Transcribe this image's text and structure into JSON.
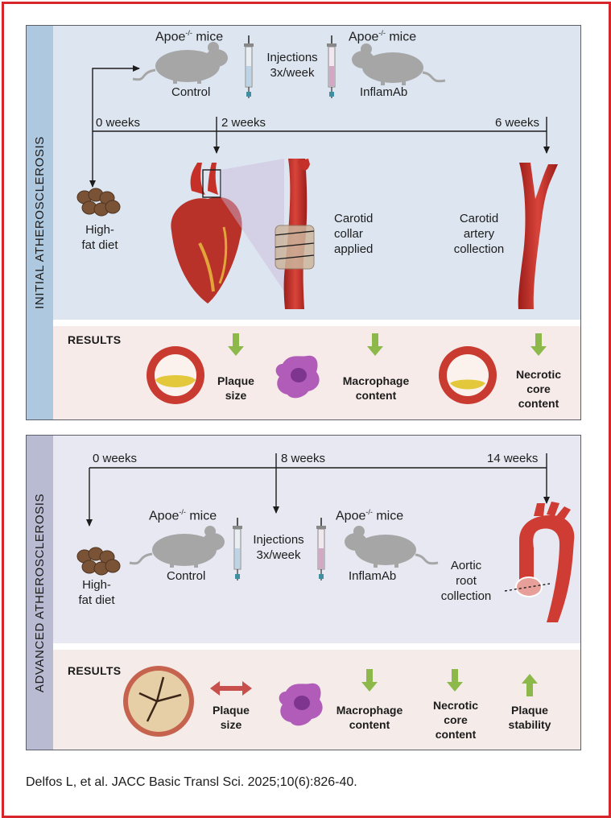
{
  "initial": {
    "section_label": "INITIAL ATHEROSCLEROSIS",
    "mouse_name": "Apoe",
    "mouse_superscript": "-/-",
    "mouse_suffix": " mice",
    "control_label": "Control",
    "treatment_label": "InflamAb",
    "injections_line1": "Injections",
    "injections_line2": "3x/week",
    "week_0": "0 weeks",
    "week_2": "2 weeks",
    "week_6": "6 weeks",
    "diet_line1": "High-",
    "diet_line2": "fat diet",
    "collar_line1": "Carotid",
    "collar_line2": "collar",
    "collar_line3": "applied",
    "collection_line1": "Carotid",
    "collection_line2": "artery",
    "collection_line3": "collection",
    "results_title": "RESULTS",
    "results": [
      {
        "line1": "Plaque",
        "line2": "size",
        "line3": "",
        "direction": "down"
      },
      {
        "line1": "Macrophage",
        "line2": "content",
        "line3": "",
        "direction": "down"
      },
      {
        "line1": "Necrotic",
        "line2": "core",
        "line3": "content",
        "direction": "down"
      }
    ]
  },
  "advanced": {
    "section_label": "ADVANCED ATHEROSCLEROSIS",
    "mouse_name": "Apoe",
    "mouse_superscript": "-/-",
    "mouse_suffix": " mice",
    "control_label": "Control",
    "treatment_label": "InflamAb",
    "injections_line1": "Injections",
    "injections_line2": "3x/week",
    "week_0": "0 weeks",
    "week_8": "8 weeks",
    "week_14": "14 weeks",
    "diet_line1": "High-",
    "diet_line2": "fat diet",
    "collection_line1": "Aortic",
    "collection_line2": "root",
    "collection_line3": "collection",
    "results_title": "RESULTS",
    "results": [
      {
        "line1": "Plaque",
        "line2": "size",
        "line3": "",
        "direction": "unchanged"
      },
      {
        "line1": "Macrophage",
        "line2": "content",
        "line3": "",
        "direction": "down"
      },
      {
        "line1": "Necrotic",
        "line2": "core",
        "line3": "content",
        "direction": "down"
      },
      {
        "line1": "Plaque",
        "line2": "stability",
        "line3": "",
        "direction": "up"
      }
    ]
  },
  "citation": "Delfos L, et al. JACC Basic Transl Sci. 2025;10(6):826-40.",
  "colors": {
    "frame": "#d7262b",
    "sidebar_initial": "#aec8df",
    "sidebar_advanced": "#b9bbd3",
    "arrow_green": "#8db84a",
    "arrow_red": "#c8504c",
    "artery": "#c8332b"
  }
}
